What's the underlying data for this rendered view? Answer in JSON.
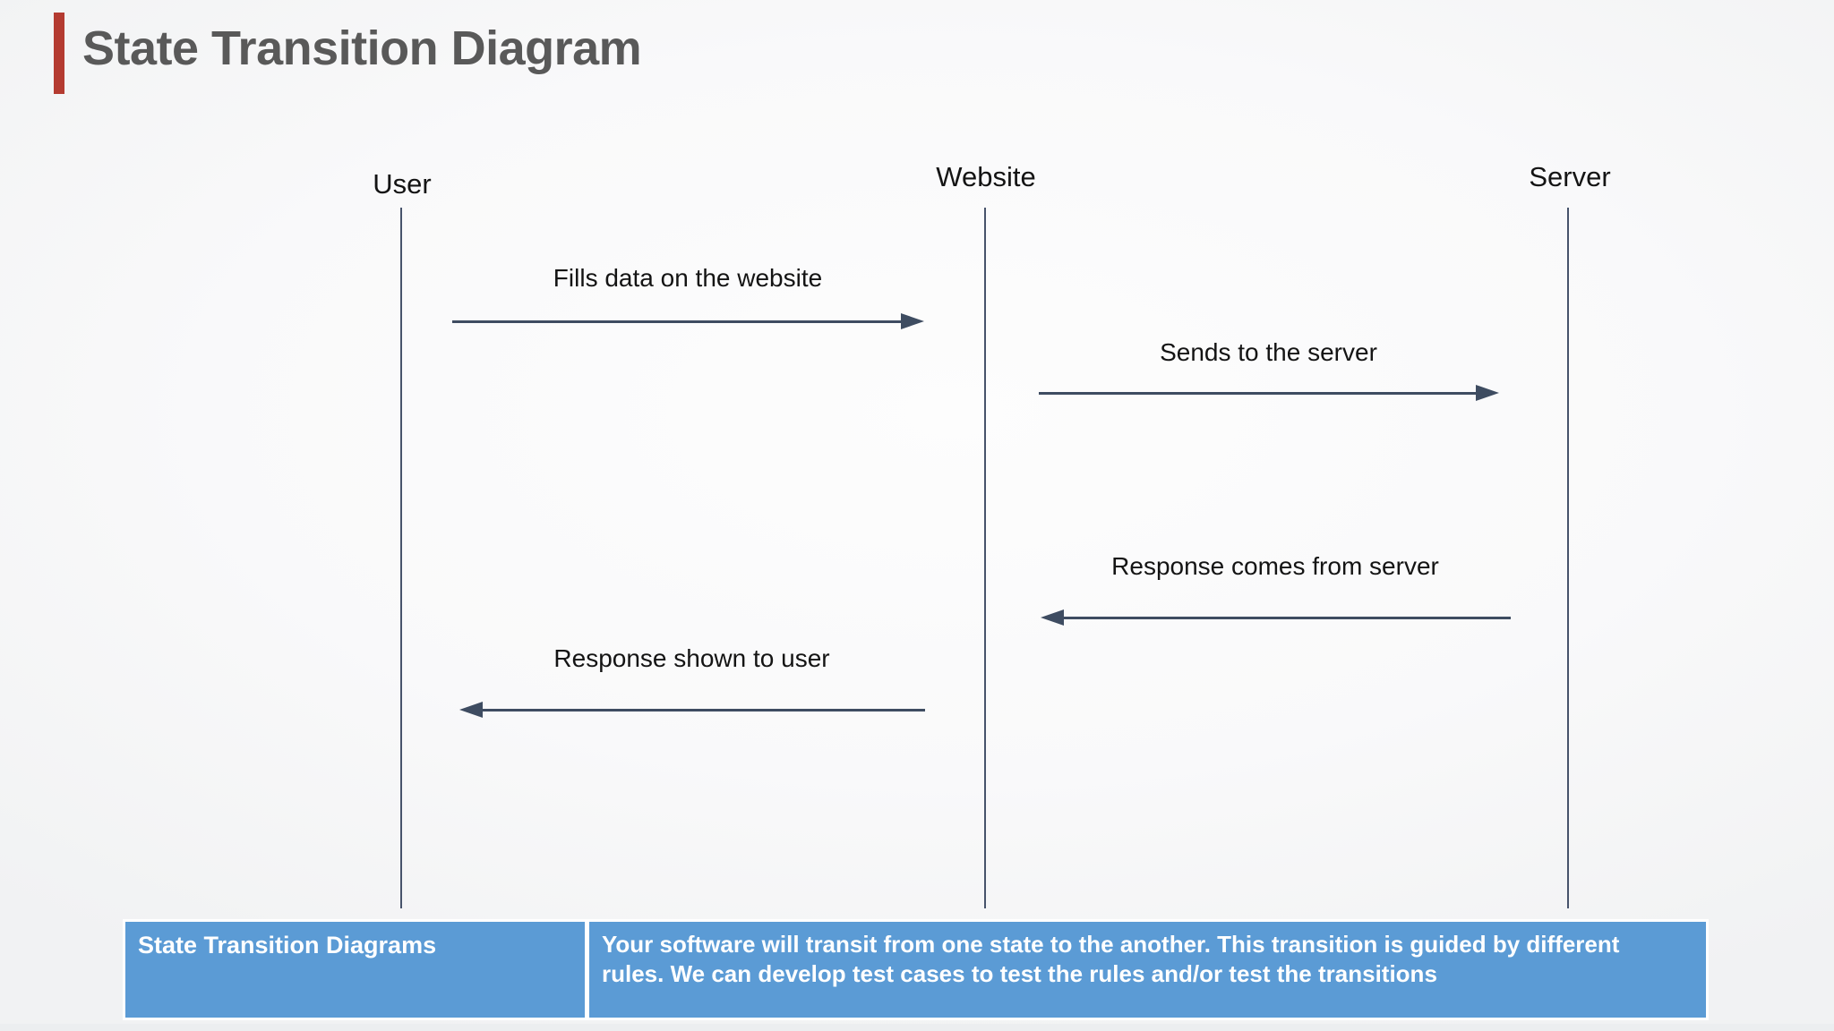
{
  "slide": {
    "title": "State Transition Diagram",
    "accent_color": "#b43b31",
    "title_color": "#595959"
  },
  "diagram": {
    "type": "sequence",
    "line_color": "#3e4c61",
    "actors": [
      {
        "name": "User"
      },
      {
        "name": "Website"
      },
      {
        "name": "Server"
      }
    ],
    "messages": [
      {
        "label": "Fills data on the website",
        "from": "User",
        "to": "Website",
        "direction": "right"
      },
      {
        "label": "Sends to the server",
        "from": "Website",
        "to": "Server",
        "direction": "right"
      },
      {
        "label": "Response comes from server",
        "from": "Server",
        "to": "Website",
        "direction": "left"
      },
      {
        "label": "Response shown to user",
        "from": "Website",
        "to": "User",
        "direction": "left"
      }
    ]
  },
  "footer_table": {
    "term": "State Transition Diagrams",
    "definition_line1": "Your software will transit from one state to the another. This transition is guided by different",
    "definition_line2": "rules. We can develop test cases to test the rules and/or test the transitions",
    "background_color": "#5b9bd5",
    "text_color": "#ffffff"
  }
}
